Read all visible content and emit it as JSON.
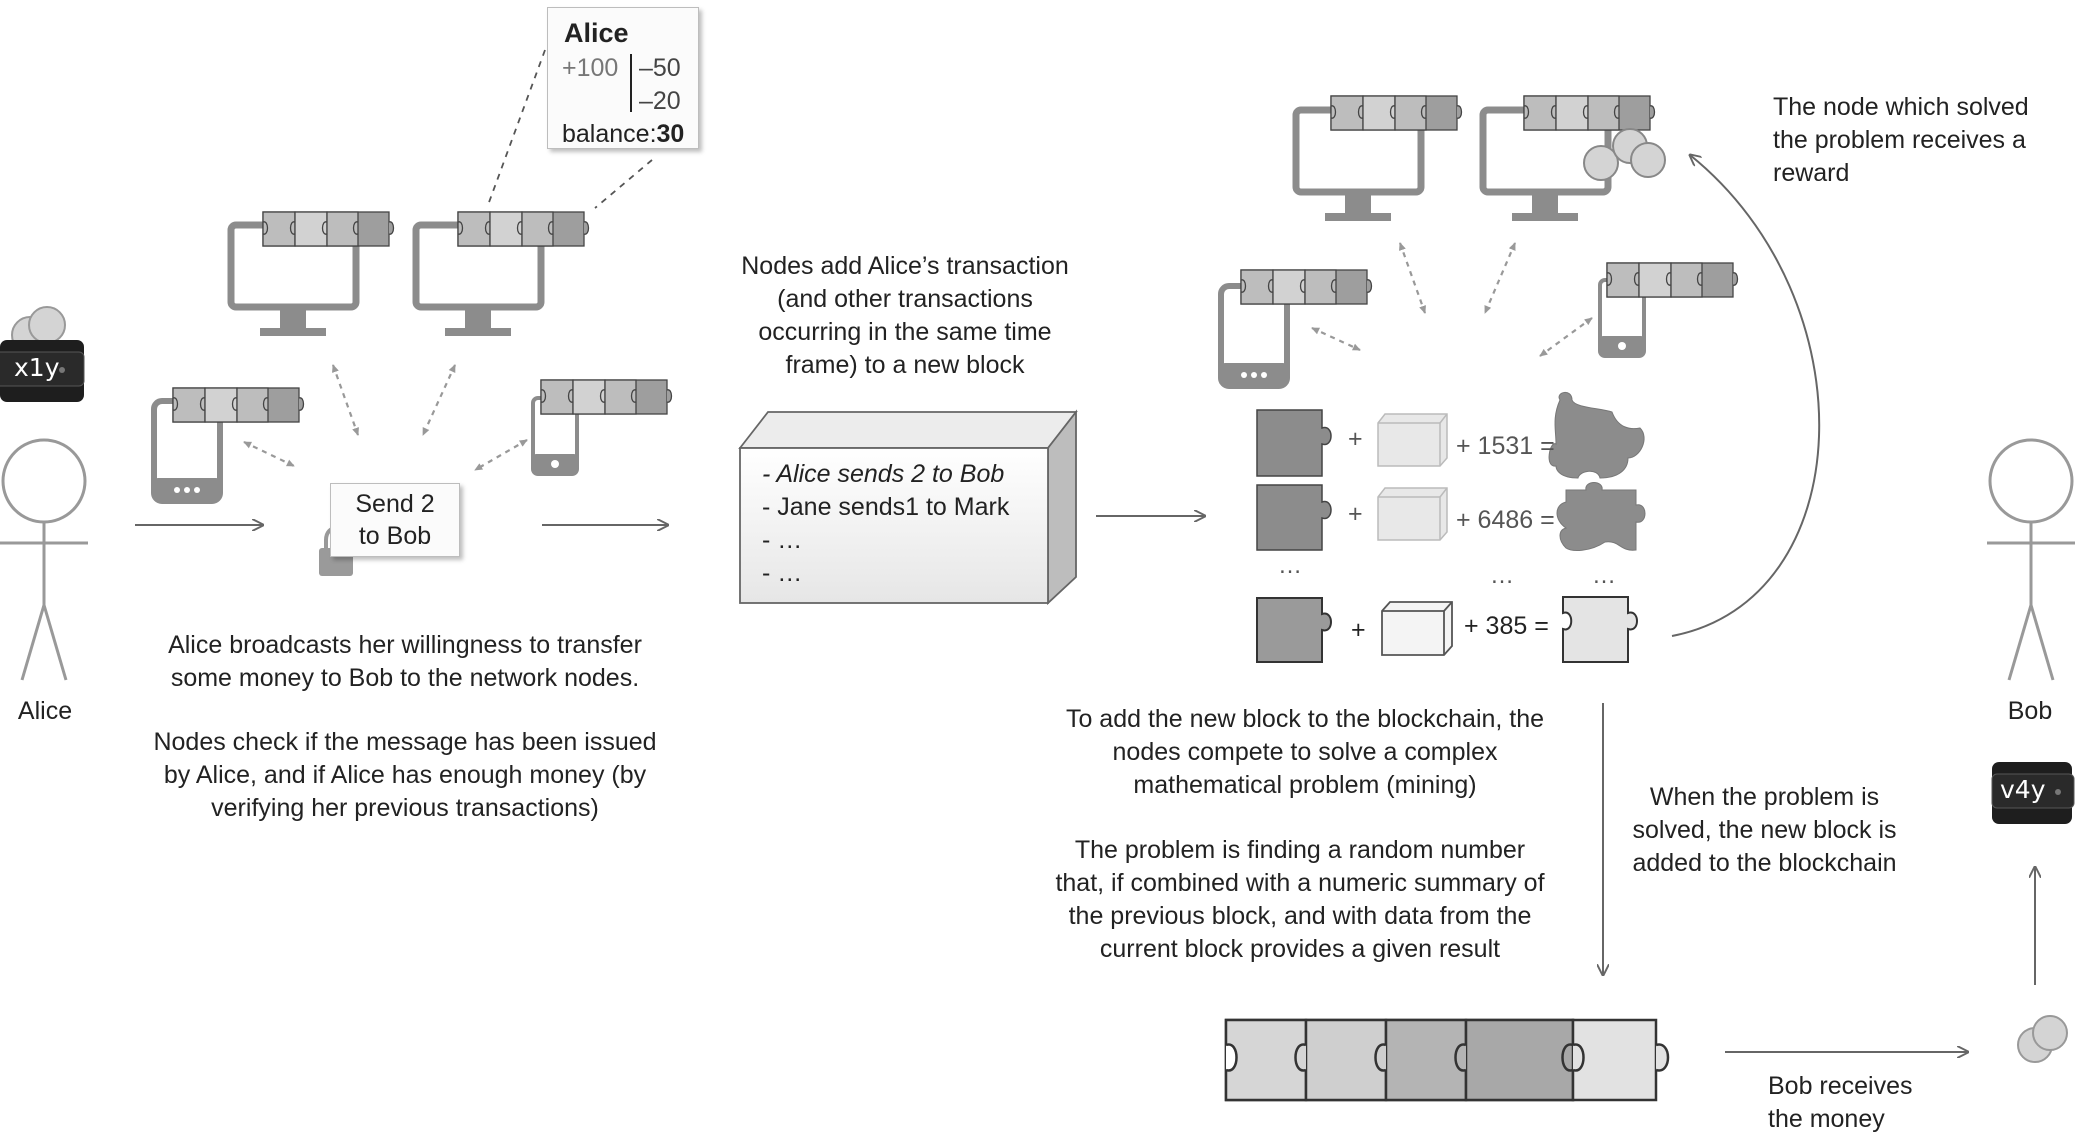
{
  "alice_label": "Alice",
  "bob_label": "Bob",
  "alice_wallet": "x1y",
  "bob_wallet": "v4y",
  "ledger": {
    "name": "Alice",
    "credit": "+100",
    "debit1": "–50",
    "debit2": "–20",
    "balance_label": "balance:",
    "balance_value": "30"
  },
  "message": [
    "Send 2",
    "to Bob"
  ],
  "text_broadcast": [
    "Alice broadcasts her willingness to transfer",
    "some money to Bob to the network nodes."
  ],
  "text_check": [
    "Nodes check if the message has been issued",
    "by Alice, and if Alice has enough money (by",
    "verifying her previous transactions)"
  ],
  "text_add": [
    "Nodes add Alice’s transaction",
    "(and other transactions",
    "occurring in the same time",
    "frame) to a new block"
  ],
  "block_transactions": [
    "- Alice sends 2 to Bob",
    "- Jane sends1 to Mark",
    "- …",
    "- …"
  ],
  "equations": {
    "plus": "+",
    "row1": "+ 1531 =",
    "row2": "+ 6486 =",
    "row3": "+ 385 =",
    "ellipsis": "…"
  },
  "text_reward": [
    "The node which solved",
    "the problem receives a",
    "reward"
  ],
  "text_compete": [
    "To add the new block to the blockchain, the",
    "nodes compete to solve a complex",
    "mathematical problem (mining)"
  ],
  "text_problem": [
    "The problem is finding a random number",
    "that, if combined with a numeric summary of",
    "the previous block, and with data from the",
    "current block provides a given result"
  ],
  "text_solved": [
    "When the problem is",
    "solved, the new block is",
    "added to the blockchain"
  ],
  "text_receives": [
    "Bob receives",
    "the money"
  ],
  "colors": {
    "text": "#222222",
    "line": "#666666",
    "device": "#888888",
    "puzzle_light": "#d6d6d6",
    "puzzle_dark": "#9a9a9a",
    "wallet": "#1e1e1e"
  }
}
